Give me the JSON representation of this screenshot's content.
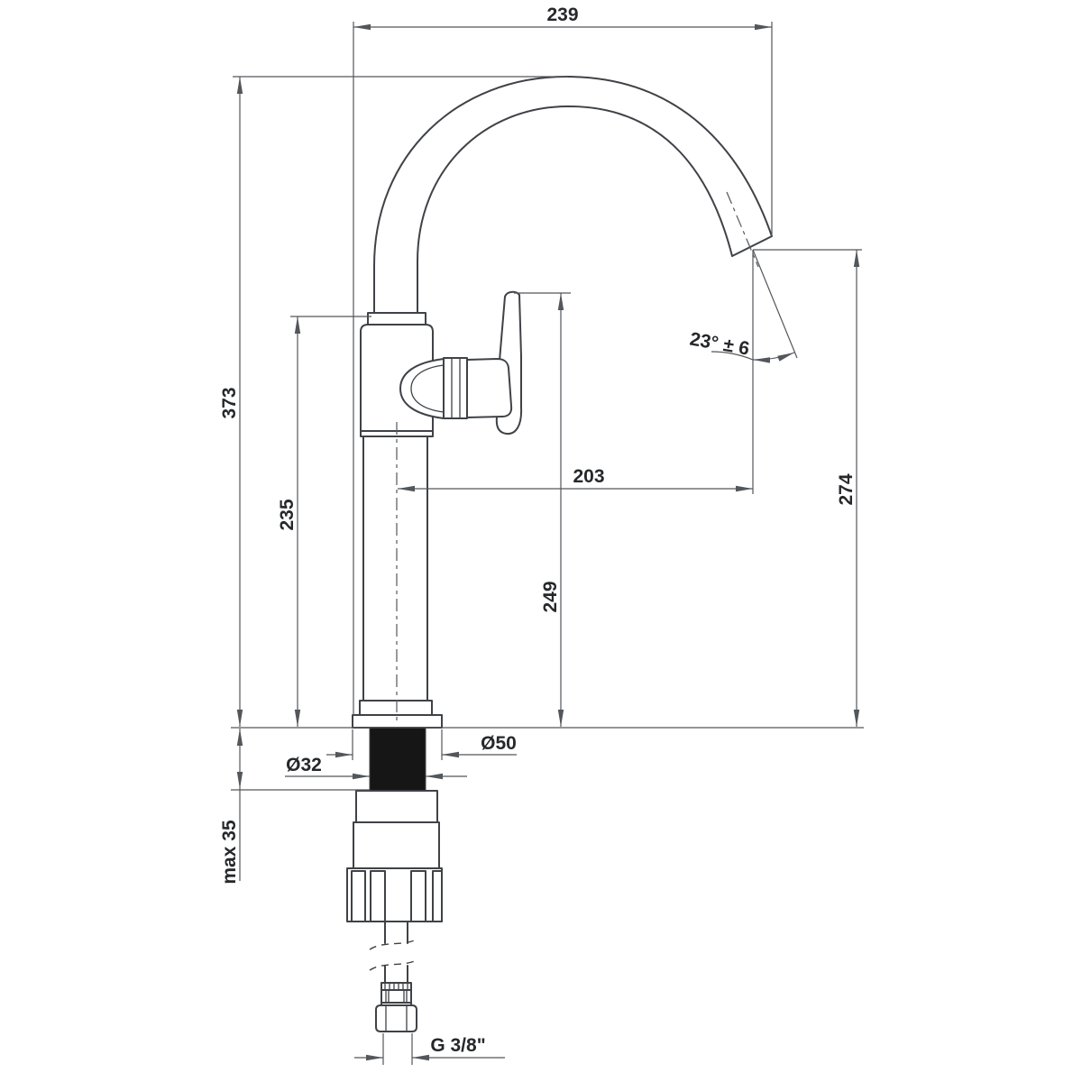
{
  "drawing": {
    "title": "faucet-dimension-drawing",
    "background": "#ffffff",
    "line_color": "#3f4246",
    "dim_color": "#53565a",
    "text_color": "#26282b",
    "shank_fill": "#161616",
    "dimensions": {
      "overall_width": "239",
      "overall_height": "373",
      "spout_pivot_height": "235",
      "spout_reach": "203",
      "handle_top_height": "249",
      "outlet_height": "274",
      "outlet_angle": "23° ± 6",
      "flange_diameter": "Ø50",
      "shank_diameter": "Ø32",
      "max_deck_thickness": "max 35",
      "thread_size": "G 3/8\""
    }
  }
}
